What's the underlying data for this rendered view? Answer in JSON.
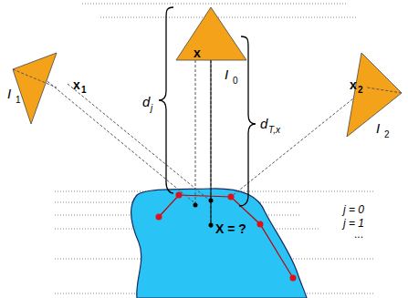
{
  "diagram": {
    "labels": [
      "I",
      "0",
      "I",
      "1",
      "I",
      "2",
      "x",
      "x",
      "1",
      "x",
      "2",
      "d",
      "j",
      "d",
      "T,x",
      "j = 0",
      "j = 1",
      "...",
      "X = ?"
    ]
  }
}
